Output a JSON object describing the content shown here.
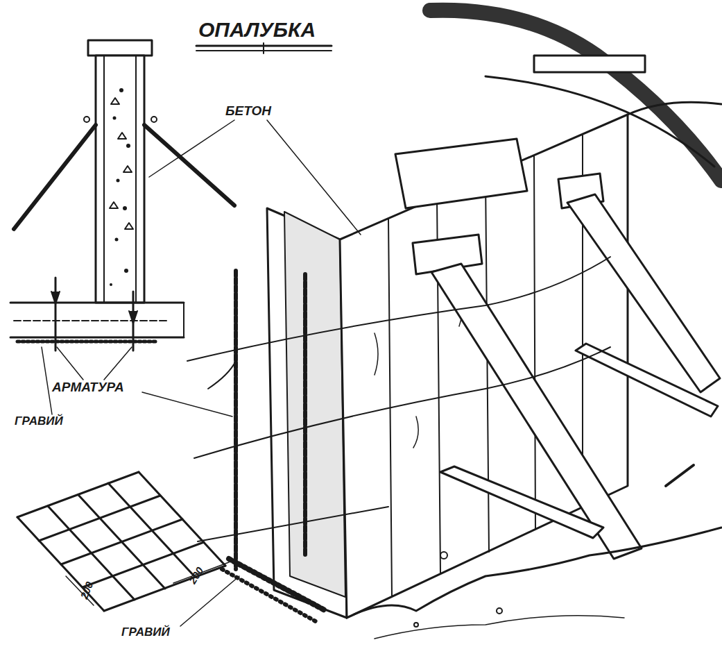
{
  "diagram": {
    "title": "ОПАЛУБКА",
    "labels": [
      "БЕТОН",
      "АРМАТУРА",
      "ГРАВИЙ",
      "ГРАВИЙ",
      "200",
      "200"
    ]
  }
}
